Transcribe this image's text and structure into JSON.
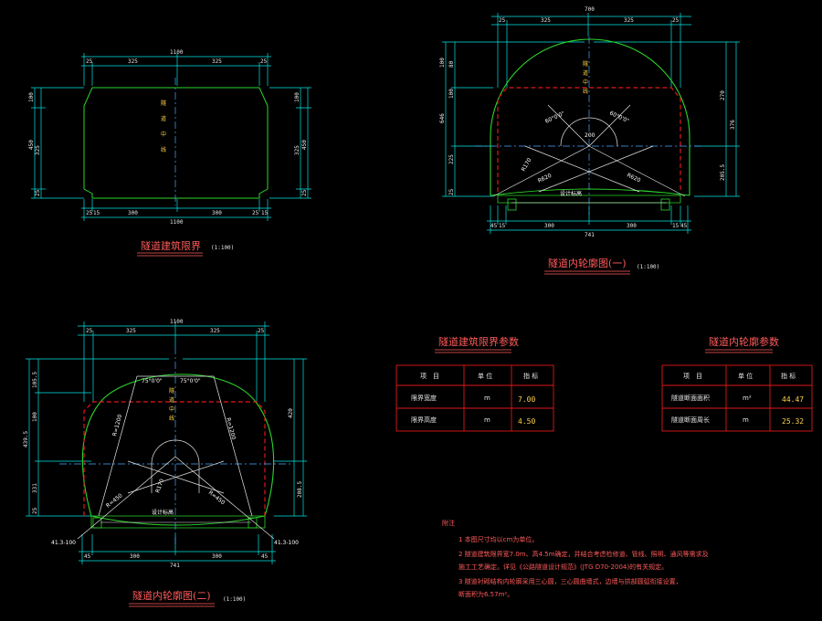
{
  "drawing1": {
    "title": "隧道建筑限界",
    "scale": "(1:100)",
    "top_total": "1100",
    "top_segments": [
      "25",
      "325",
      "325",
      "25"
    ],
    "bottom_total": "1100",
    "bottom_segments": [
      "25",
      "15",
      "300",
      "300",
      "25",
      "15"
    ],
    "left_dims": [
      "100",
      "450",
      "325",
      "25"
    ],
    "right_dims": [
      "100",
      "450",
      "325",
      "25"
    ],
    "center_label": "隧道中线"
  },
  "drawing2": {
    "title": "隧道内轮廓图(一)",
    "scale": "(1:100)",
    "top_total": "700",
    "top_segments": [
      "25",
      "325",
      "325",
      "25"
    ],
    "left_dims": [
      "100",
      "80",
      "100",
      "646",
      "225",
      "25"
    ],
    "right_dims": [
      "270",
      "376",
      "205.5"
    ],
    "bottom_segments": [
      "45",
      "15",
      "300",
      "300",
      "15",
      "45"
    ],
    "bottom_total": "741",
    "angle_left": "60°0'0\"",
    "angle_right": "60°0'0\"",
    "radius_center": "200",
    "radius_left": "R620",
    "radius_right": "R620",
    "small_r": "R170",
    "design_line": "设计标高",
    "center_label": "隧道中线"
  },
  "drawing3": {
    "title": "隧道内轮廓图(二)",
    "scale": "(1:100)",
    "top_total": "1100",
    "top_segments": [
      "25",
      "325",
      "325",
      "25"
    ],
    "left_dims": [
      "105.5",
      "100",
      "439.5",
      "331",
      "25"
    ],
    "right_dims": [
      "420",
      "208.5"
    ],
    "bottom_segments": [
      "45",
      "300",
      "300",
      "45"
    ],
    "bottom_total": "741",
    "angle_left": "75°0'0\"",
    "angle_right": "75°0'0\"",
    "radius_left": "R=1200",
    "radius_right": "R=1200",
    "radius_bl": "R=450",
    "radius_br": "R=450",
    "small_r": "R170",
    "side_left": "41.3-100",
    "side_right": "41.3-100",
    "design_line": "设计标高",
    "center_label": "隧道中线"
  },
  "table1": {
    "title": "隧道建筑限界参数",
    "headers": [
      "项　目",
      "单 位",
      "指 标"
    ],
    "rows": [
      {
        "item": "限界宽度",
        "unit": "m",
        "value": "7.00"
      },
      {
        "item": "限界高度",
        "unit": "m",
        "value": "4.50"
      }
    ]
  },
  "table2": {
    "title": "隧道内轮廓参数",
    "headers": [
      "项　目",
      "单 位",
      "指 标"
    ],
    "rows": [
      {
        "item": "隧道断面面积",
        "unit": "m²",
        "value": "44.47"
      },
      {
        "item": "隧道断面周长",
        "unit": "m",
        "value": "25.32"
      }
    ]
  },
  "notes": {
    "heading": "附注",
    "items": [
      "1  本图尺寸均以cm为单位。",
      "2  隧道建筑限界宽7.0m、高4.5m确定，并结合考虑检修道、管线、照明、通风等需求及",
      "   施工工艺确定。详见《公路隧道设计规范》(JTG D70-2004)的有关规定。",
      "3  隧道衬砌结构内轮廓采用三心圆，三心圆曲墙式，边墙与拱部圆弧衔接设置，",
      "   断面积为6.57m²。"
    ]
  },
  "colors": {
    "background": "#000000",
    "outline": "#2bd62b",
    "dimension": "#00e5e5",
    "clearance": "#e01818",
    "center": "#4aa8ff",
    "text": "#e6e6e6",
    "title": "#ff5a5a",
    "table_border": "#e01818",
    "table_value": "#ffd24a"
  }
}
